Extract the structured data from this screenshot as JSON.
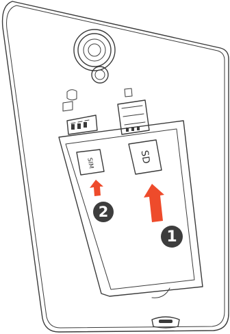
{
  "labels": {
    "sim_card": "SIM",
    "sd_card": "SD"
  },
  "steps": [
    {
      "number": "1",
      "target": "SD"
    },
    {
      "number": "2",
      "target": "SIM"
    }
  ],
  "colors": {
    "arrow": "#ee4b2b",
    "badge": "#3d3d3d",
    "line": "#3a3a3a",
    "background": "#ffffff"
  },
  "icons": [
    "camera-lens-icon",
    "flash-icon",
    "sim-slot-icon",
    "sd-slot-icon",
    "usb-port-icon",
    "up-arrow-icon"
  ]
}
